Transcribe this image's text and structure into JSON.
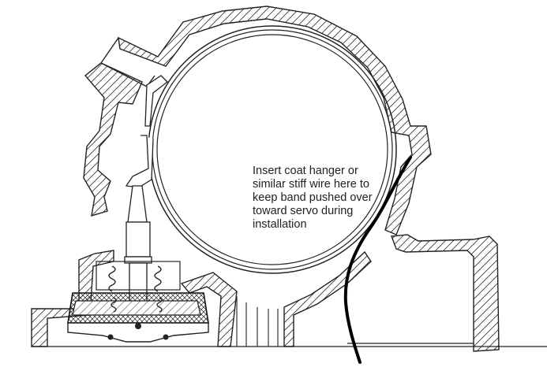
{
  "annotation": {
    "lines": [
      "Insert coat hanger or",
      "similar stiff wire here to",
      "keep band pushed over",
      "toward servo during",
      "installation"
    ]
  },
  "colors": {
    "line": "#222222",
    "wire": "#000000",
    "background": "#ffffff"
  }
}
